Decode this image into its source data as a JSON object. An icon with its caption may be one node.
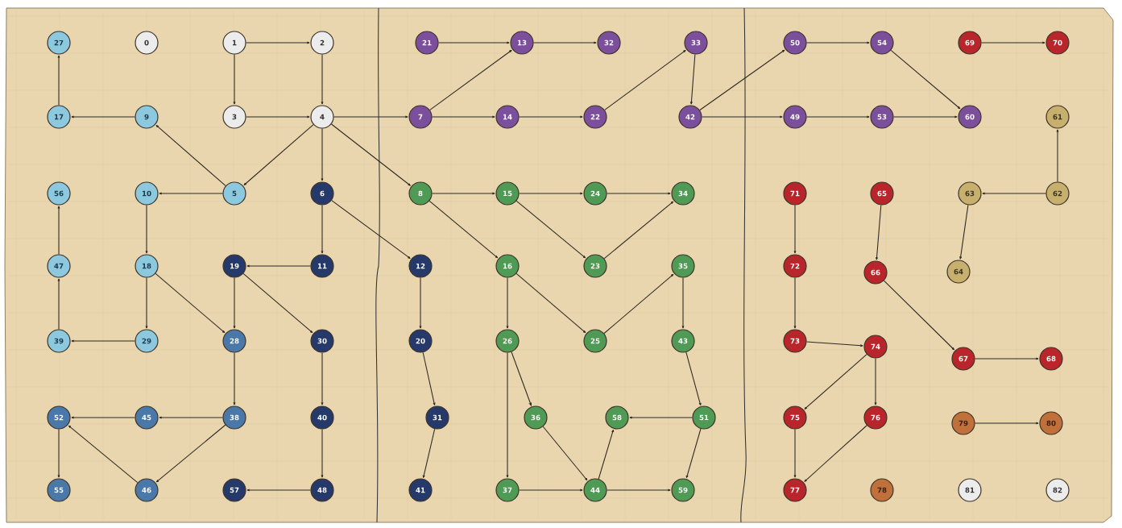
{
  "diagram": {
    "nodes": [
      {
        "text": [
          "27"
        ]
      },
      {
        "text": [
          "0"
        ]
      },
      {
        "text": [
          "1"
        ]
      },
      {
        "text": [
          "2"
        ]
      },
      {
        "text": [
          "21"
        ]
      },
      {
        "text": [
          "13"
        ]
      },
      {
        "text": [
          "32"
        ]
      },
      {
        "text": [
          "33"
        ]
      },
      {
        "text": [
          "50"
        ]
      },
      {
        "text": [
          "54"
        ]
      },
      {
        "text": [
          "69"
        ]
      },
      {
        "text": [
          "70"
        ]
      },
      {
        "text": [
          "17"
        ]
      },
      {
        "text": [
          "9"
        ]
      },
      {
        "text": [
          "3"
        ]
      },
      {
        "text": [
          "4"
        ]
      },
      {
        "text": [
          "7"
        ]
      },
      {
        "text": [
          "14"
        ]
      },
      {
        "text": [
          "22"
        ]
      },
      {
        "text": [
          "42"
        ]
      },
      {
        "text": [
          "49"
        ]
      },
      {
        "text": [
          "53"
        ]
      },
      {
        "text": [
          "60"
        ]
      },
      {
        "text": [
          "61"
        ]
      },
      {
        "text": [
          "56"
        ]
      },
      {
        "text": [
          "10"
        ]
      },
      {
        "text": [
          "5"
        ]
      },
      {
        "text": [
          "6"
        ]
      },
      {
        "text": [
          "8"
        ]
      },
      {
        "text": [
          "15"
        ]
      },
      {
        "text": [
          "24"
        ]
      },
      {
        "text": [
          "34"
        ]
      },
      {
        "text": [
          "71"
        ]
      },
      {
        "text": [
          "65"
        ]
      },
      {
        "text": [
          "63"
        ]
      },
      {
        "text": [
          "62"
        ]
      },
      {
        "text": [
          "47"
        ]
      },
      {
        "text": [
          "18"
        ]
      },
      {
        "text": [
          "19"
        ]
      },
      {
        "text": [
          "11"
        ]
      },
      {
        "text": [
          "12"
        ]
      },
      {
        "text": [
          "16"
        ]
      },
      {
        "text": [
          "23"
        ]
      },
      {
        "text": [
          "35"
        ]
      },
      {
        "text": [
          "72"
        ]
      },
      {
        "text": [
          "66"
        ]
      },
      {
        "text": [
          "64"
        ]
      },
      {
        "text": [
          "39"
        ]
      },
      {
        "text": [
          "29"
        ]
      },
      {
        "text": [
          "28"
        ]
      },
      {
        "text": [
          "30"
        ]
      },
      {
        "text": [
          "20"
        ]
      },
      {
        "text": [
          "26"
        ]
      },
      {
        "text": [
          "25"
        ]
      },
      {
        "text": [
          "43"
        ]
      },
      {
        "text": [
          "73"
        ]
      },
      {
        "text": [
          "74"
        ]
      },
      {
        "text": [
          "67"
        ]
      },
      {
        "text": [
          "68"
        ]
      },
      {
        "text": [
          "52"
        ]
      },
      {
        "text": [
          "45"
        ]
      },
      {
        "text": [
          "38"
        ]
      },
      {
        "text": [
          "40"
        ]
      },
      {
        "text": [
          "31"
        ]
      },
      {
        "text": [
          "36"
        ]
      },
      {
        "text": [
          "58"
        ]
      },
      {
        "text": [
          "51"
        ]
      },
      {
        "text": [
          "75"
        ]
      },
      {
        "text": [
          "76"
        ]
      },
      {
        "text": [
          "79"
        ]
      },
      {
        "text": [
          "80"
        ]
      },
      {
        "text": [
          "55"
        ]
      },
      {
        "text": [
          "46"
        ]
      },
      {
        "text": [
          "57"
        ]
      },
      {
        "text": [
          "48"
        ]
      },
      {
        "text": [
          "41"
        ]
      },
      {
        "text": [
          "37"
        ]
      },
      {
        "text": [
          "44"
        ]
      },
      {
        "text": [
          "59"
        ]
      },
      {
        "text": [
          "77"
        ]
      },
      {
        "text": [
          "78"
        ]
      },
      {
        "text": [
          "81"
        ]
      },
      {
        "text": [
          "82"
        ]
      }
    ],
    "edges": [
      {
        "from": 12,
        "to": 0,
        "arrow": "to"
      },
      {
        "from": 2,
        "to": 3,
        "arrow": "to"
      },
      {
        "from": 2,
        "to": 14,
        "arrow": "to"
      },
      {
        "from": 3,
        "to": 15,
        "arrow": "to"
      },
      {
        "from": 13,
        "to": 12,
        "arrow": "to"
      },
      {
        "from": 14,
        "to": 15,
        "arrow": "to"
      },
      {
        "from": 26,
        "to": 13,
        "arrow": "to"
      },
      {
        "from": 15,
        "to": 26,
        "arrow": "to"
      },
      {
        "from": 15,
        "to": 27,
        "arrow": "to"
      },
      {
        "from": 15,
        "to": 16,
        "arrow": "to"
      },
      {
        "from": 15,
        "to": 28,
        "arrow": "to"
      },
      {
        "from": 27,
        "to": 40,
        "arrow": "to"
      },
      {
        "from": 36,
        "to": 24,
        "arrow": "to"
      },
      {
        "from": 26,
        "to": 25,
        "arrow": "to"
      },
      {
        "from": 25,
        "to": 37,
        "arrow": "to"
      },
      {
        "from": 27,
        "to": 39,
        "arrow": "to"
      },
      {
        "from": 39,
        "to": 38,
        "arrow": "to"
      },
      {
        "from": 47,
        "to": 36,
        "arrow": "to"
      },
      {
        "from": 37,
        "to": 48,
        "arrow": "to"
      },
      {
        "from": 37,
        "to": 49,
        "arrow": "to"
      },
      {
        "from": 38,
        "to": 49,
        "arrow": "to"
      },
      {
        "from": 38,
        "to": 50,
        "arrow": "to"
      },
      {
        "from": 48,
        "to": 47,
        "arrow": "to"
      },
      {
        "from": 49,
        "to": 61,
        "arrow": "to"
      },
      {
        "from": 50,
        "to": 62,
        "arrow": "to"
      },
      {
        "from": 60,
        "to": 59,
        "arrow": "to"
      },
      {
        "from": 61,
        "to": 60,
        "arrow": "to"
      },
      {
        "from": 59,
        "to": 71,
        "arrow": "to"
      },
      {
        "from": 72,
        "to": 59,
        "arrow": "to"
      },
      {
        "from": 61,
        "to": 72,
        "arrow": "to"
      },
      {
        "from": 62,
        "to": 74,
        "arrow": "to"
      },
      {
        "from": 74,
        "to": 73,
        "arrow": "to"
      },
      {
        "from": 4,
        "to": 5,
        "arrow": "to"
      },
      {
        "from": 5,
        "to": 6,
        "arrow": "to"
      },
      {
        "from": 16,
        "to": 5,
        "arrow": "to"
      },
      {
        "from": 18,
        "to": 7,
        "arrow": "to"
      },
      {
        "from": 7,
        "to": 19,
        "arrow": "to"
      },
      {
        "from": 19,
        "to": 8,
        "arrow": "to"
      },
      {
        "from": 16,
        "to": 17,
        "arrow": "to"
      },
      {
        "from": 17,
        "to": 18,
        "arrow": "to"
      },
      {
        "from": 19,
        "to": 20,
        "arrow": "to"
      },
      {
        "from": 28,
        "to": 29,
        "arrow": "to"
      },
      {
        "from": 29,
        "to": 30,
        "arrow": "to"
      },
      {
        "from": 30,
        "to": 31,
        "arrow": "to"
      },
      {
        "from": 28,
        "to": 41,
        "arrow": "to"
      },
      {
        "from": 29,
        "to": 42,
        "arrow": "to"
      },
      {
        "from": 42,
        "to": 31,
        "arrow": "to"
      },
      {
        "from": 40,
        "to": 51,
        "arrow": "to"
      },
      {
        "from": 41,
        "to": 52,
        "arrow": "to"
      },
      {
        "from": 41,
        "to": 53,
        "arrow": "to"
      },
      {
        "from": 53,
        "to": 43,
        "arrow": "to"
      },
      {
        "from": 43,
        "to": 54,
        "arrow": "to"
      },
      {
        "from": 51,
        "to": 63,
        "arrow": "to"
      },
      {
        "from": 52,
        "to": 76,
        "arrow": "to"
      },
      {
        "from": 52,
        "to": 64,
        "arrow": "to"
      },
      {
        "from": 54,
        "to": 66,
        "arrow": "to"
      },
      {
        "from": 63,
        "to": 75,
        "arrow": "to"
      },
      {
        "from": 64,
        "to": 77,
        "arrow": "to"
      },
      {
        "from": 77,
        "to": 65,
        "arrow": "to"
      },
      {
        "from": 66,
        "to": 65,
        "arrow": "to"
      },
      {
        "from": 66,
        "to": 78,
        "arrow": "to"
      },
      {
        "from": 76,
        "to": 77,
        "arrow": "to"
      },
      {
        "from": 77,
        "to": 78,
        "arrow": "to"
      },
      {
        "from": 8,
        "to": 9,
        "arrow": "to"
      },
      {
        "from": 9,
        "to": 22,
        "arrow": "to"
      },
      {
        "from": 10,
        "to": 11,
        "arrow": "to"
      },
      {
        "from": 20,
        "to": 21,
        "arrow": "to"
      },
      {
        "from": 21,
        "to": 22,
        "arrow": "to"
      },
      {
        "from": 35,
        "to": 23,
        "arrow": "to"
      },
      {
        "from": 35,
        "to": 34,
        "arrow": "to"
      },
      {
        "from": 32,
        "to": 44,
        "arrow": "to"
      },
      {
        "from": 33,
        "to": 45,
        "arrow": "to"
      },
      {
        "from": 34,
        "to": 46,
        "arrow": "to"
      },
      {
        "from": 45,
        "to": 57,
        "arrow": "to"
      },
      {
        "from": 44,
        "to": 55,
        "arrow": "to"
      },
      {
        "from": 55,
        "to": 56,
        "arrow": "to"
      },
      {
        "from": 56,
        "to": 67,
        "arrow": "to"
      },
      {
        "from": 56,
        "to": 68,
        "arrow": "to"
      },
      {
        "from": 57,
        "to": 58,
        "arrow": "to"
      },
      {
        "from": 69,
        "to": 70,
        "arrow": "to"
      },
      {
        "from": 67,
        "to": 79,
        "arrow": "to"
      },
      {
        "from": 68,
        "to": 79,
        "arrow": "to"
      }
    ]
  }
}
